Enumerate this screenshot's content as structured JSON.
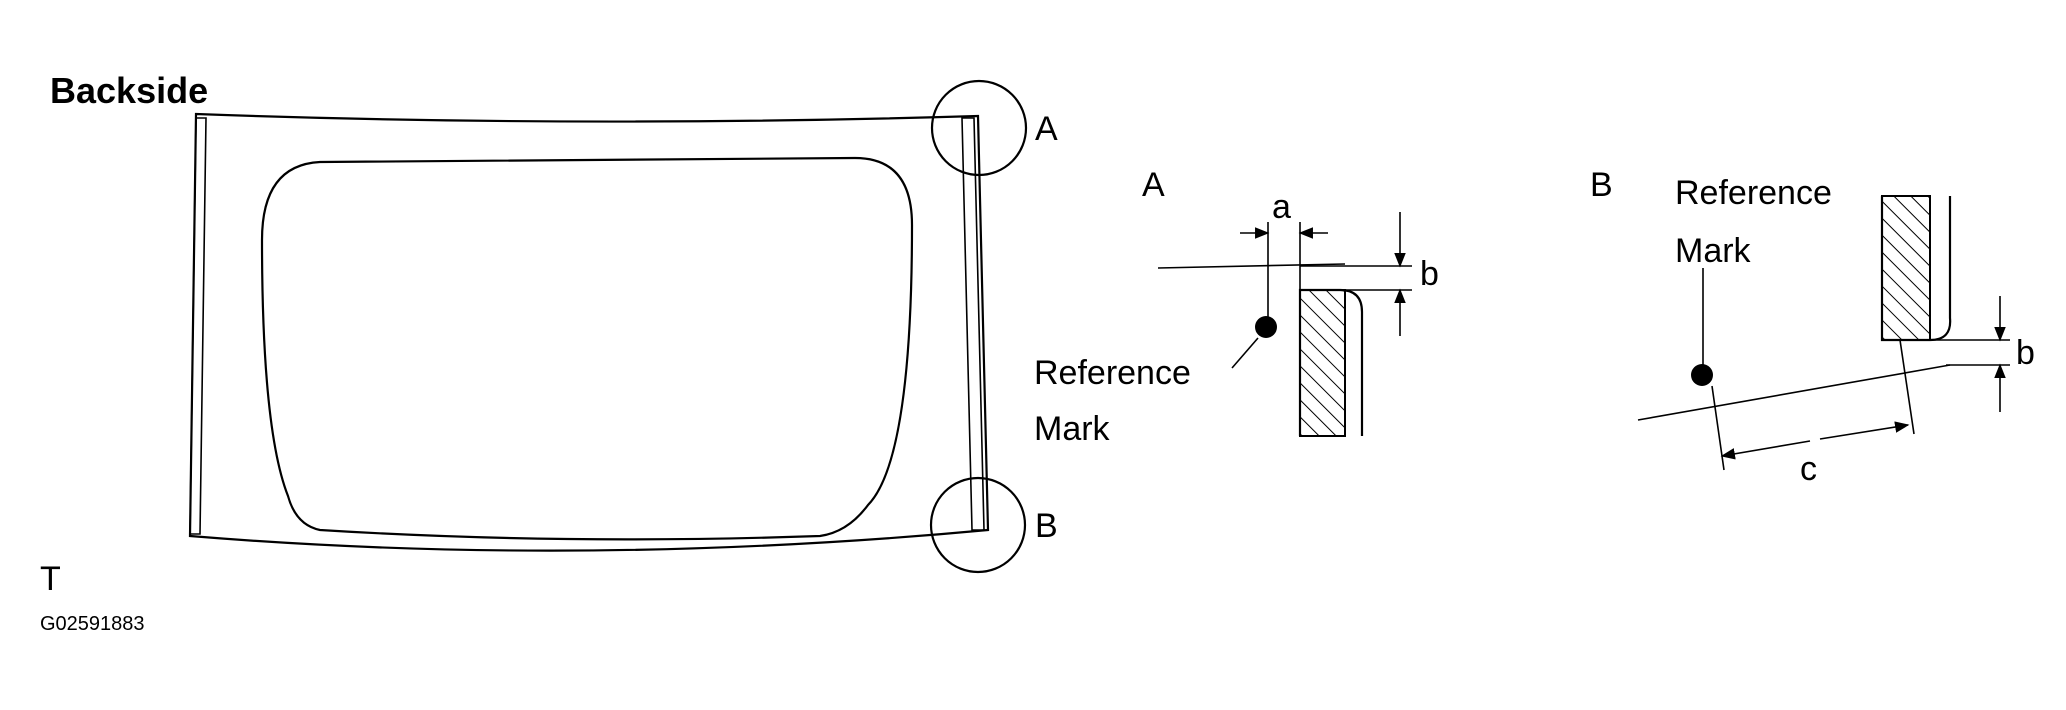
{
  "main_view": {
    "title": "Backside",
    "callout_a": "A",
    "callout_b": "B",
    "corner_mark": "T",
    "figure_code": "G02591883"
  },
  "detail_a": {
    "title": "A",
    "dim_a": "a",
    "dim_b": "b",
    "ref_line1": "Reference",
    "ref_line2": "Mark"
  },
  "detail_b": {
    "title": "B",
    "ref_line1": "Reference",
    "ref_line2": "Mark",
    "dim_b": "b",
    "dim_c": "c"
  }
}
